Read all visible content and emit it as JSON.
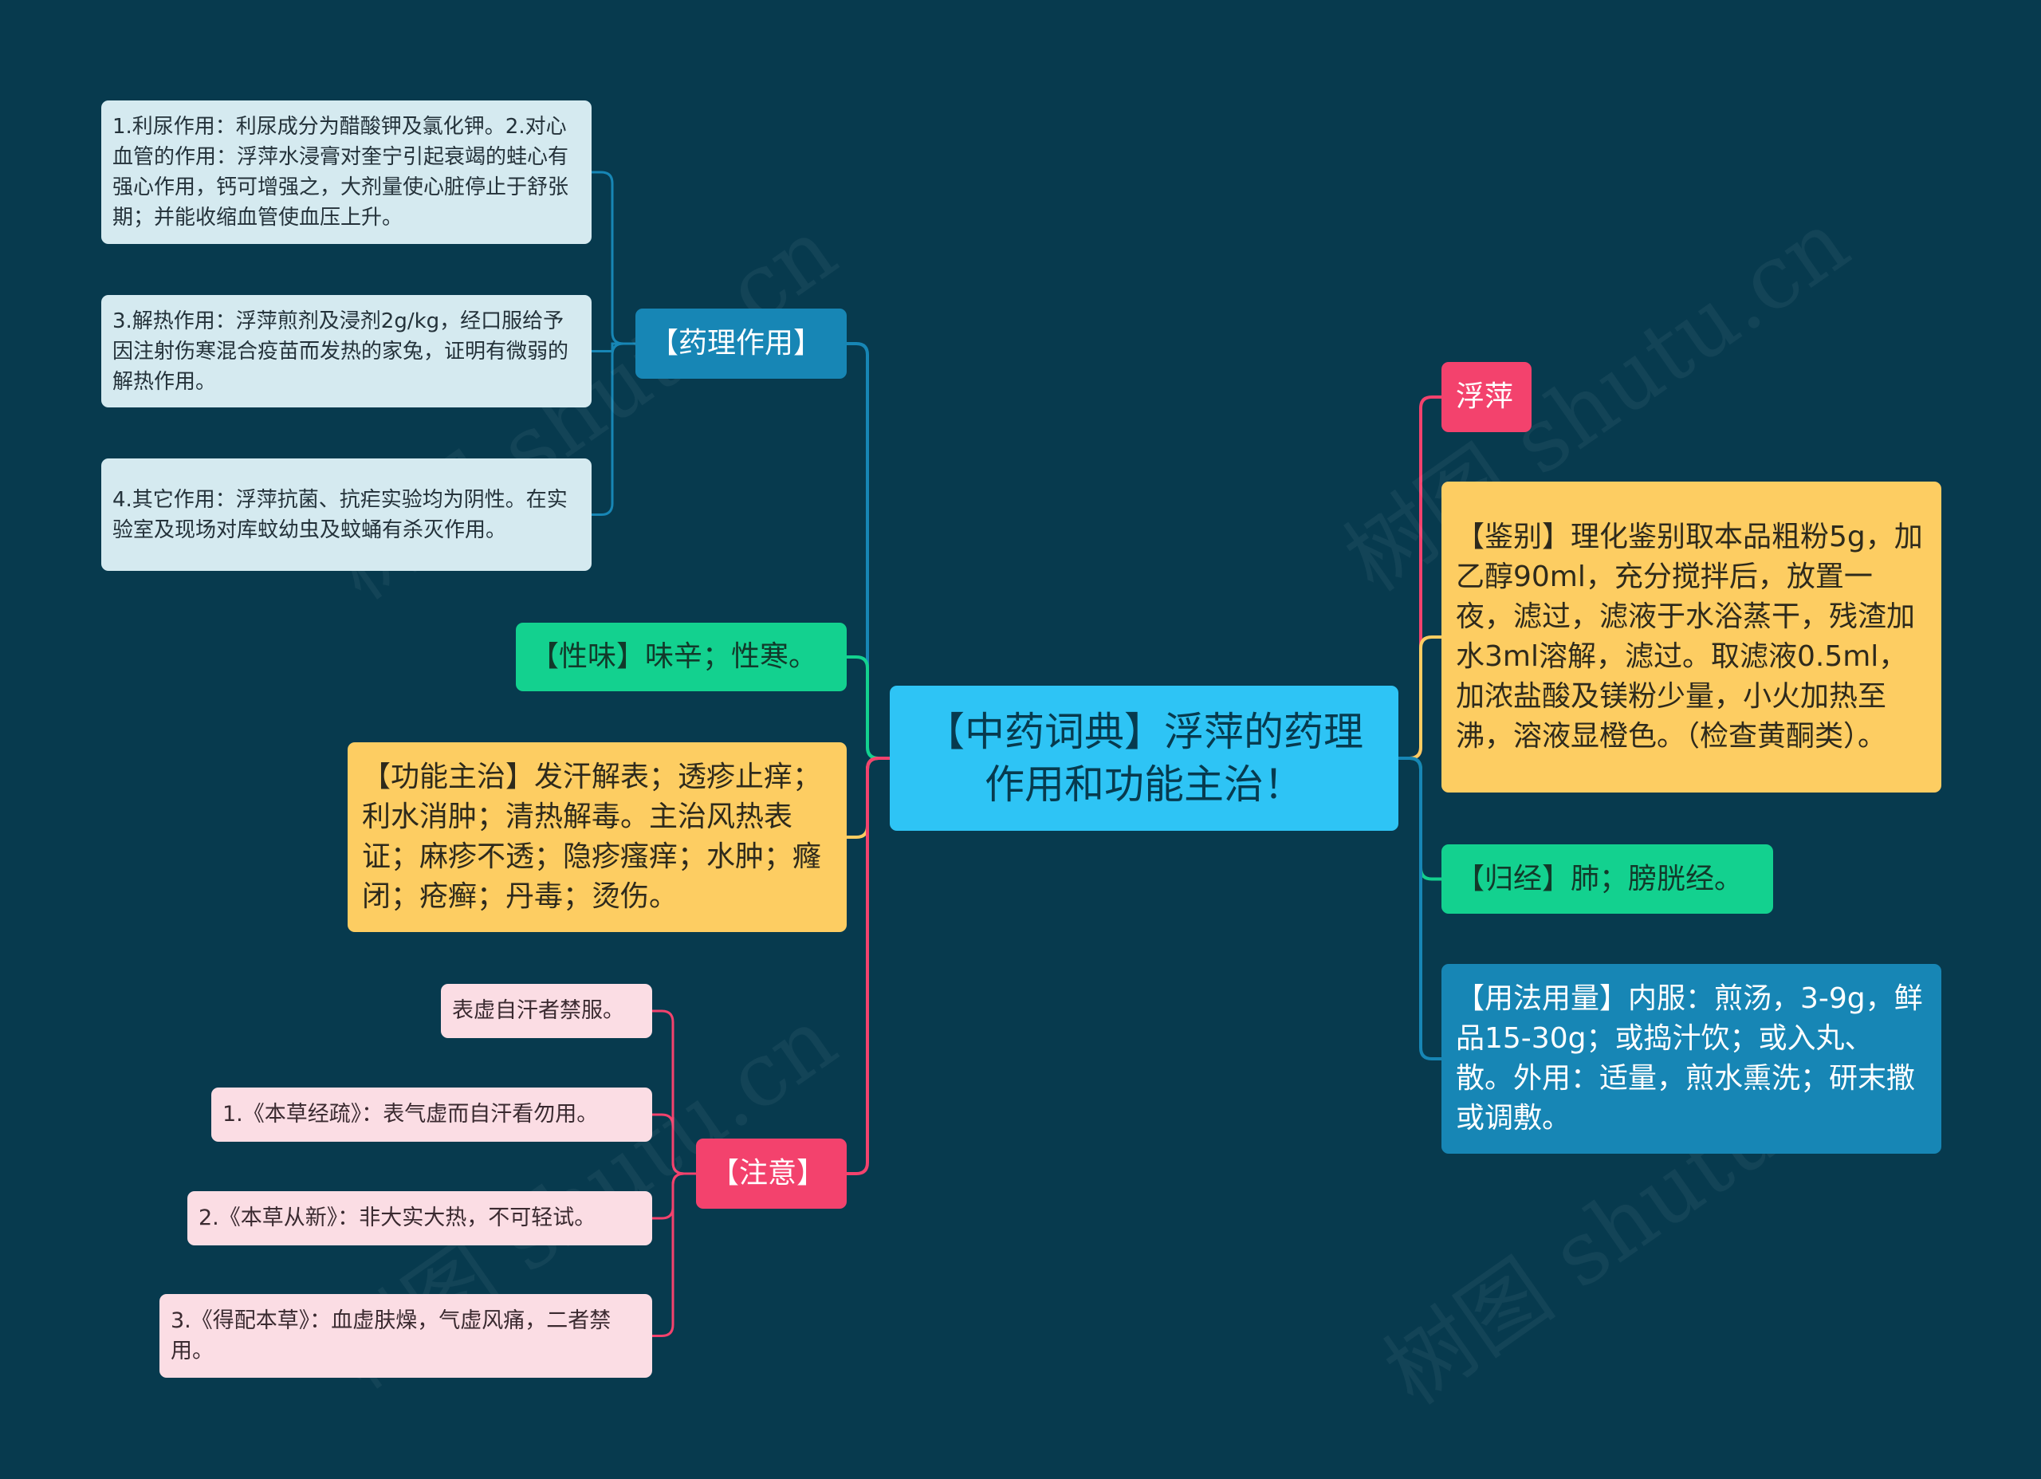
{
  "center": {
    "text": "【中药词典】浮萍的药理作用和功能主治！"
  },
  "left": {
    "pharmacology": {
      "label": "【药理作用】",
      "items": [
        "1.利尿作用：利尿成分为醋酸钾及氯化钾。2.对心血管的作用：浮萍水浸膏对奎宁引起衰竭的蛙心有强心作用，钙可增强之，大剂量使心脏停止于舒张期；并能收缩血管使血压上升。",
        "3.解热作用：浮萍煎剂及浸剂2g/kg，经口服给予因注射伤寒混合疫苗而发热的家兔，证明有微弱的解热作用。",
        "4.其它作用：浮萍抗菌、抗疟实验均为阴性。在实验室及现场对库蚊幼虫及蚊蛹有杀灭作用。"
      ]
    },
    "nature": {
      "label": "【性味】味辛；性寒。"
    },
    "function": {
      "label": "【功能主治】发汗解表；透疹止痒；利水消肿；清热解毒。主治风热表证；麻疹不透；隐疹瘙痒；水肿；癃闭；疮癣；丹毒；烫伤。"
    },
    "caution": {
      "label": "【注意】",
      "items": [
        "表虚自汗者禁服。",
        "1.《本草经疏》：表气虚而自汗看勿用。",
        "2.《本草从新》：非大实大热，不可轻试。",
        "3.《得配本草》：血虚肤燥，气虚风痛，二者禁用。"
      ]
    }
  },
  "right": {
    "name": {
      "label": "浮萍"
    },
    "identify": {
      "label": "【鉴别】理化鉴别取本品粗粉5g，加乙醇90ml，充分搅拌后，放置一夜，滤过，滤液于水浴蒸干，残渣加水3ml溶解，滤过。取滤液0.5ml，加浓盐酸及镁粉少量，小火加热至沸，溶液显橙色。（检查黄酮类）。"
    },
    "meridian": {
      "label": "【归经】肺；膀胱经。"
    },
    "usage": {
      "label": "【用法用量】内服：煎汤，3-9g，鲜品15-30g；或捣汁饮；或入丸、散。外用：适量，煎水熏洗；研末撒或调敷。"
    }
  },
  "watermark": "树图 shutu.cn",
  "colors": {
    "background": "#073a4e",
    "center": "#2ec4f5",
    "blue": "#1786b5",
    "green": "#13d18f",
    "yellow": "#fdcd62",
    "pink": "#f3426d",
    "leaf_blue": "#d5eaf0",
    "leaf_pink": "#fbdde4"
  }
}
